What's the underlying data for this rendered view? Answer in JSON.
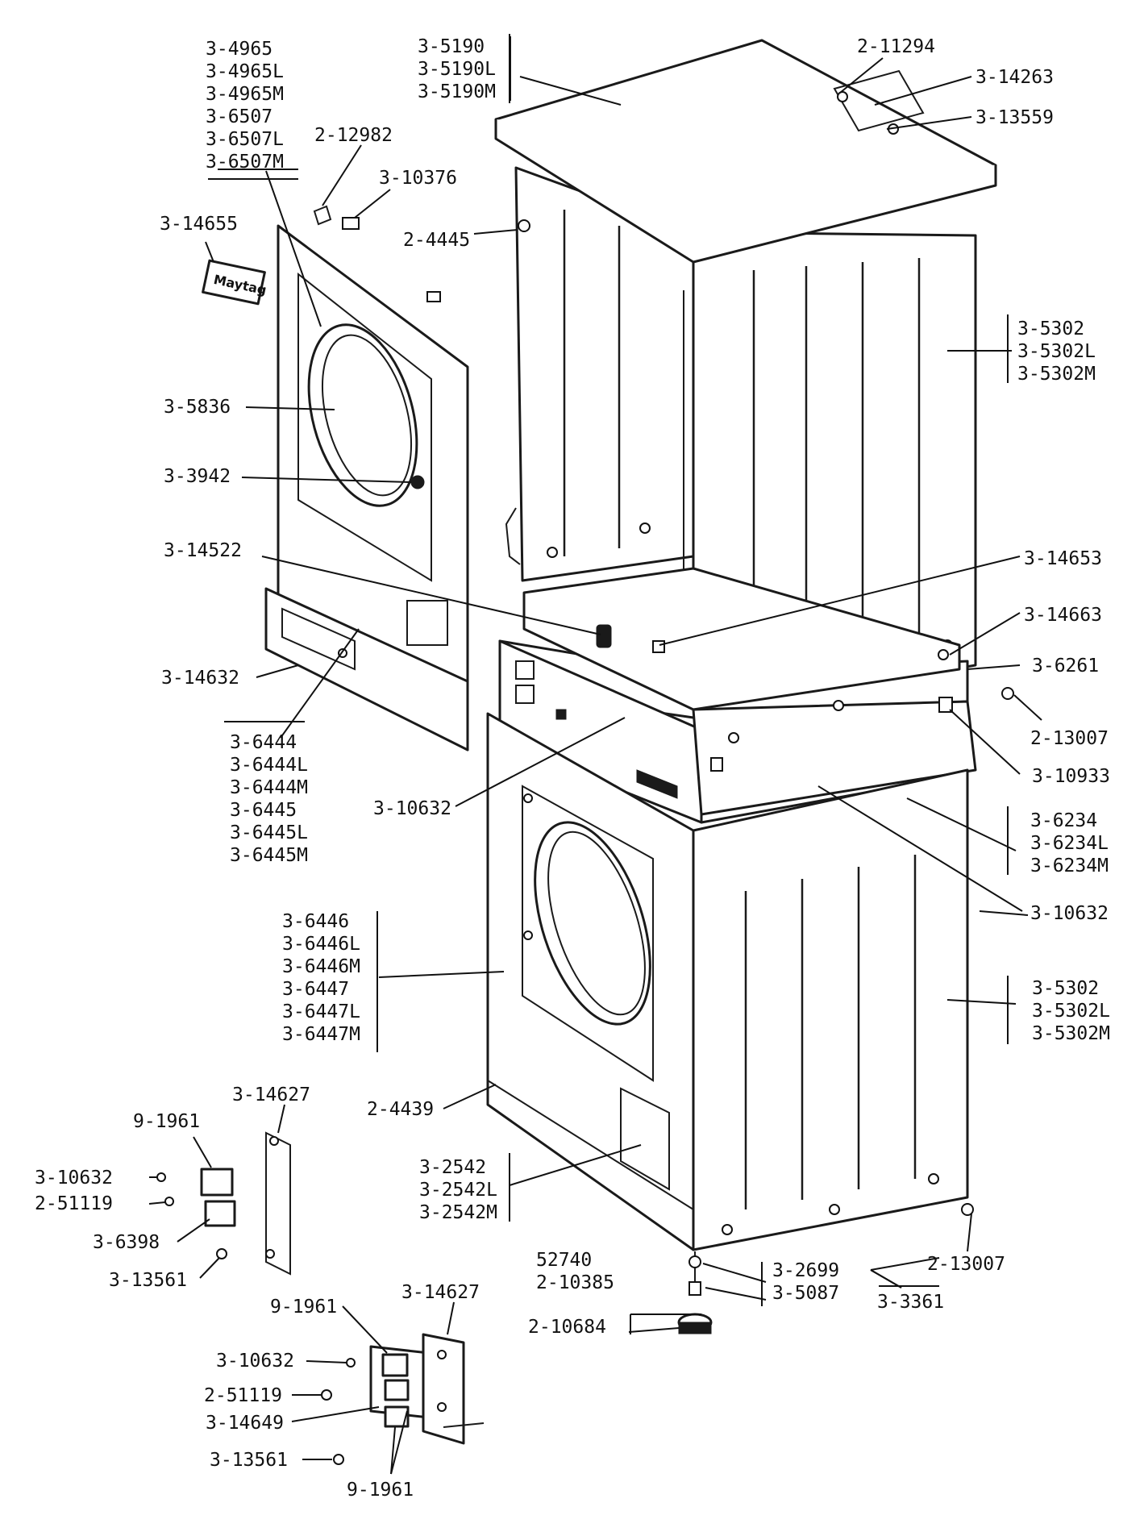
{
  "labels": {
    "top_front": [
      "3-4965",
      "3-4965L",
      "3-4965M",
      "3-6507",
      "3-6507L",
      "3-6507M"
    ],
    "top_cover": [
      "3-5190",
      "3-5190L",
      "3-5190M"
    ],
    "lower_front_panel": [
      "3-6444",
      "3-6444L",
      "3-6444M",
      "3-6445",
      "3-6445L",
      "3-6445M"
    ],
    "lower_cabinet_front": [
      "3-6446",
      "3-6446L",
      "3-6446M",
      "3-6447",
      "3-6447L",
      "3-6447M"
    ],
    "upper_side_panel": [
      "3-5302",
      "3-5302L",
      "3-5302M"
    ],
    "lower_side_panel": [
      "3-5302",
      "3-5302L",
      "3-5302M"
    ],
    "mid_frame": [
      "3-6234",
      "3-6234L",
      "3-6234M"
    ],
    "access_panel": [
      "3-2542",
      "3-2542L",
      "3-2542M"
    ],
    "leveling_leg": [
      "3-2699",
      "3-5087"
    ],
    "foot_pad": [
      "52740",
      "2-10385"
    ],
    "p_2_12982": "2-12982",
    "p_3_10376": "3-10376",
    "p_3_14655": "3-14655",
    "p_2_11294": "2-11294",
    "p_3_14263": "3-14263",
    "p_3_13559": "3-13559",
    "p_2_4445": "2-4445",
    "p_3_5836": "3-5836",
    "p_3_3942": "3-3942",
    "p_3_14522": "3-14522",
    "p_3_14653": "3-14653",
    "p_3_14663": "3-14663",
    "p_3_14632": "3-14632",
    "p_3_6261": "3-6261",
    "p_2_13007_a": "2-13007",
    "p_3_10933": "3-10933",
    "p_3_10632_a": "3-10632",
    "p_3_10632_b": "3-10632",
    "p_2_4439": "2-4439",
    "p_2_13007_b": "2-13007",
    "p_3_3361": "3-3361",
    "p_2_10684": "2-10684",
    "kit1_9_1961": "9-1961",
    "kit1_3_14627": "3-14627",
    "kit1_3_10632": "3-10632",
    "kit1_2_51119": "2-51119",
    "kit1_3_6398": "3-6398",
    "kit1_3_13561": "3-13561",
    "kit2_9_1961_top": "9-1961",
    "kit2_3_14627": "3-14627",
    "kit2_3_10632": "3-10632",
    "kit2_2_51119": "2-51119",
    "kit2_3_14649": "3-14649",
    "kit2_3_13561": "3-13561",
    "kit2_9_1961_bottom": "9-1961"
  },
  "badge_text": "Maytag"
}
